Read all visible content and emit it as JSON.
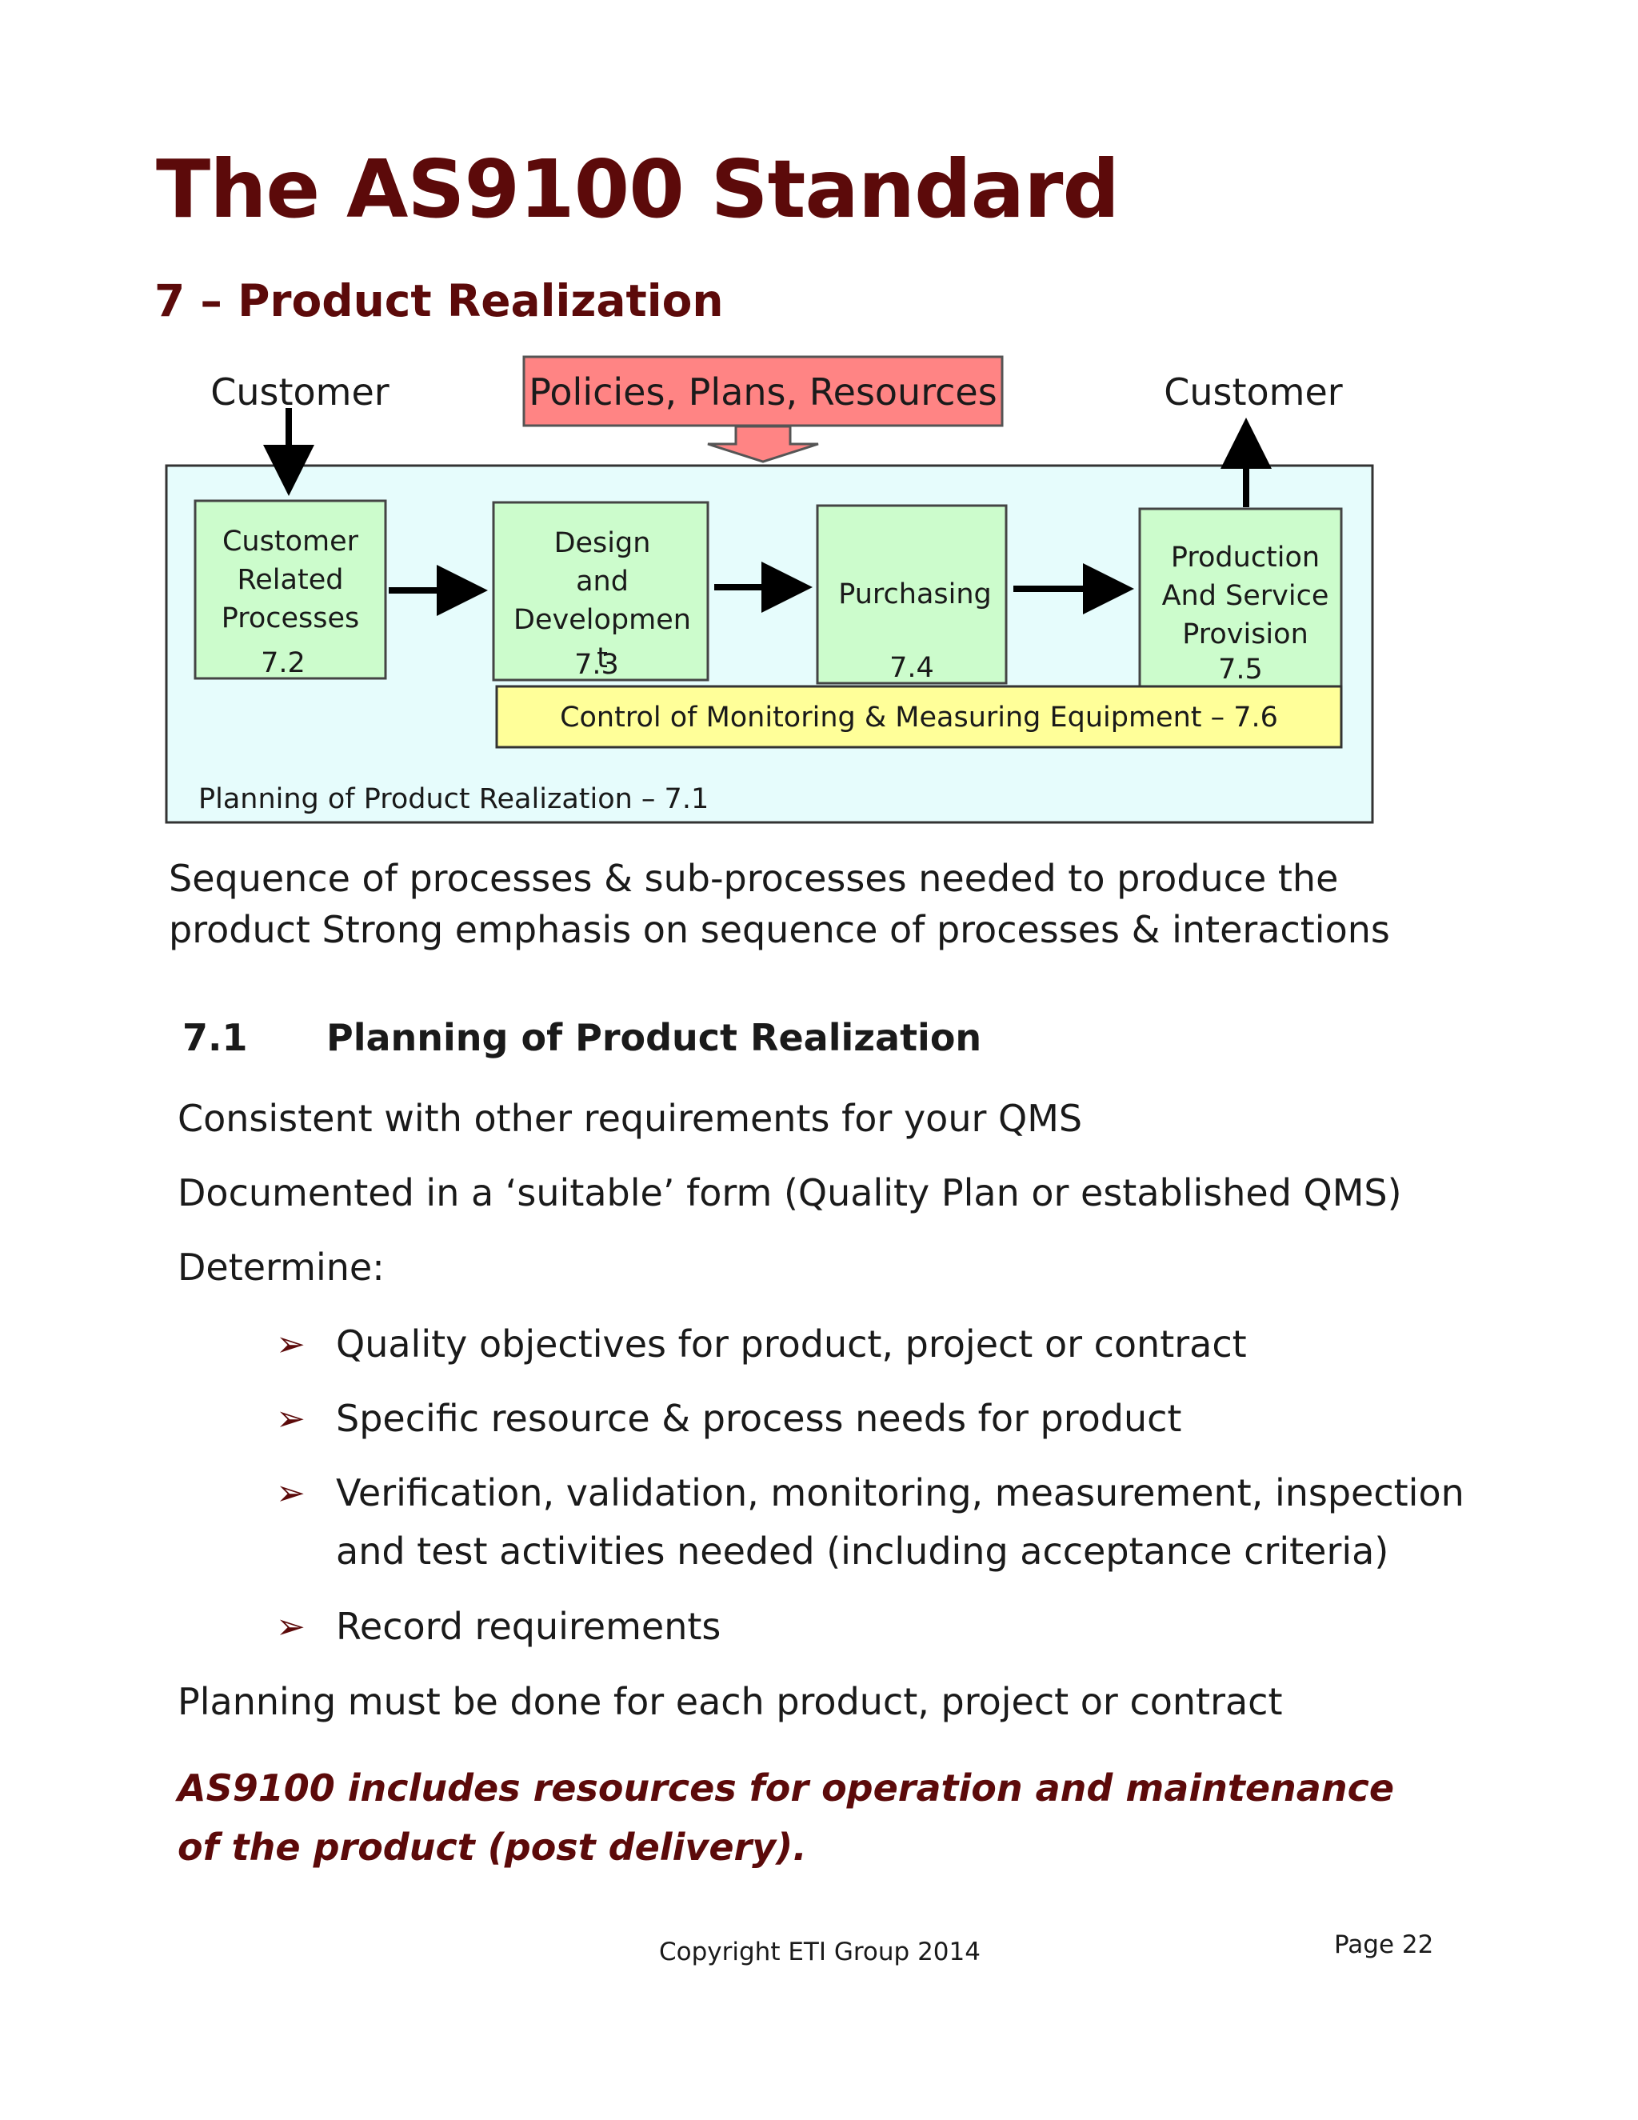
{
  "page": {
    "title": "The AS9100 Standard",
    "subtitle": "7 – Product Realization"
  },
  "diagram": {
    "customer_left": "Customer",
    "customer_right": "Customer",
    "policies": "Policies, Plans, Resources",
    "boxes": [
      {
        "lines": [
          "Customer",
          "Related",
          "Processes"
        ],
        "number": "7.2"
      },
      {
        "lines": [
          "Design",
          "and",
          "Developmen"
        ],
        "number": "7.3",
        "overflow": "t"
      },
      {
        "lines": [
          "Purchasing"
        ],
        "number": "7.4"
      },
      {
        "lines": [
          "Production",
          "And Service",
          "Provision"
        ],
        "number": "7.5"
      }
    ],
    "monitoring": "Control of Monitoring & Measuring Equipment – 7.6",
    "planning": "Planning of Product Realization – 7.1",
    "colors": {
      "outer_fill": "#e6fcfc",
      "box_fill": "#ccfccc",
      "policies_fill": "#ff8484",
      "monitoring_fill": "#ffff99"
    }
  },
  "intro": {
    "line1": "Sequence of processes & sub-processes needed to produce the",
    "line2": "product Strong emphasis on sequence of processes & interactions"
  },
  "section": {
    "number": "7.1",
    "title": "Planning of Product Realization",
    "p1": "Consistent with other requirements for your QMS",
    "p2": "Documented in a ‘suitable’ form (Quality Plan or established QMS)",
    "p3": "Determine:",
    "bullet_icon": "arrowhead-bullet-icon",
    "bullets": [
      "Quality objectives for product, project or contract",
      "Specific resource & process needs for product",
      "Verification, validation, monitoring, measurement, inspection",
      "and test  activities needed (including acceptance criteria)",
      "Record requirements"
    ],
    "p4": "Planning must be done for each product, project or contract",
    "emphasis": "AS9100 includes resources for operation and maintenance of the product (post delivery)."
  },
  "footer": {
    "copyright": "Copyright ETI Group 2014",
    "page": "Page 22"
  }
}
